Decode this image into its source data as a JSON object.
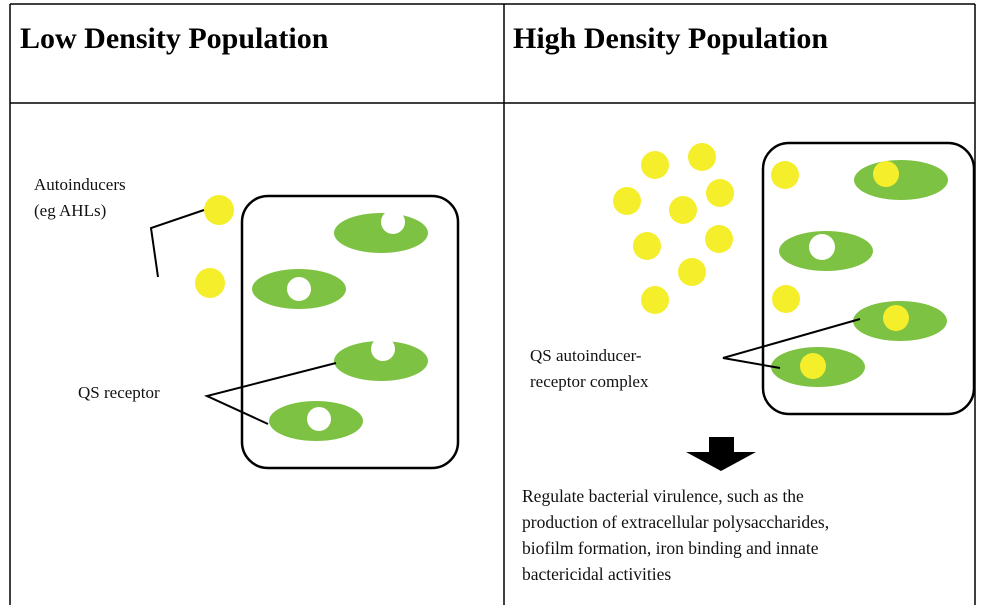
{
  "colors": {
    "cell_green": "#7dc242",
    "autoinducer_yellow": "#f5ee2a",
    "receptor_white": "#ffffff",
    "line": "#000000"
  },
  "icons": {
    "arrow": "down-arrow-icon"
  },
  "panels": {
    "left": {
      "title": "Low Density Population",
      "autoinducer_label": [
        "Autoinducers",
        "(eg AHLs)"
      ],
      "receptor_label": "QS receptor"
    },
    "right": {
      "title": "High Density Population",
      "complex_label": [
        "QS autoinducer-",
        "receptor complex"
      ],
      "outcome_text": [
        "Regulate bacterial virulence, such as the",
        "production of extracellular polysaccharides,",
        "biofilm formation, iron binding and innate",
        "bactericidal activities"
      ]
    }
  }
}
